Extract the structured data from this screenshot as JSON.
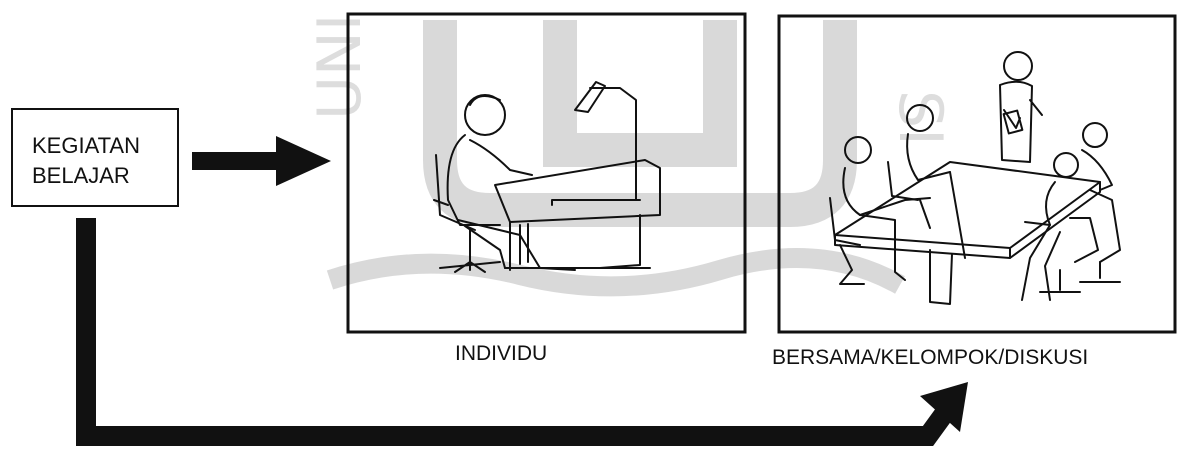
{
  "start_box": {
    "line1": "KEGIATAN",
    "line2": "BELAJAR"
  },
  "panels": [
    {
      "caption": "INDIVIDU"
    },
    {
      "caption": "BERSAMA/KELOMPOK/DISKUSI"
    }
  ],
  "colors": {
    "ink": "#111111",
    "background": "#ffffff",
    "watermark": "#d9d9d9"
  }
}
